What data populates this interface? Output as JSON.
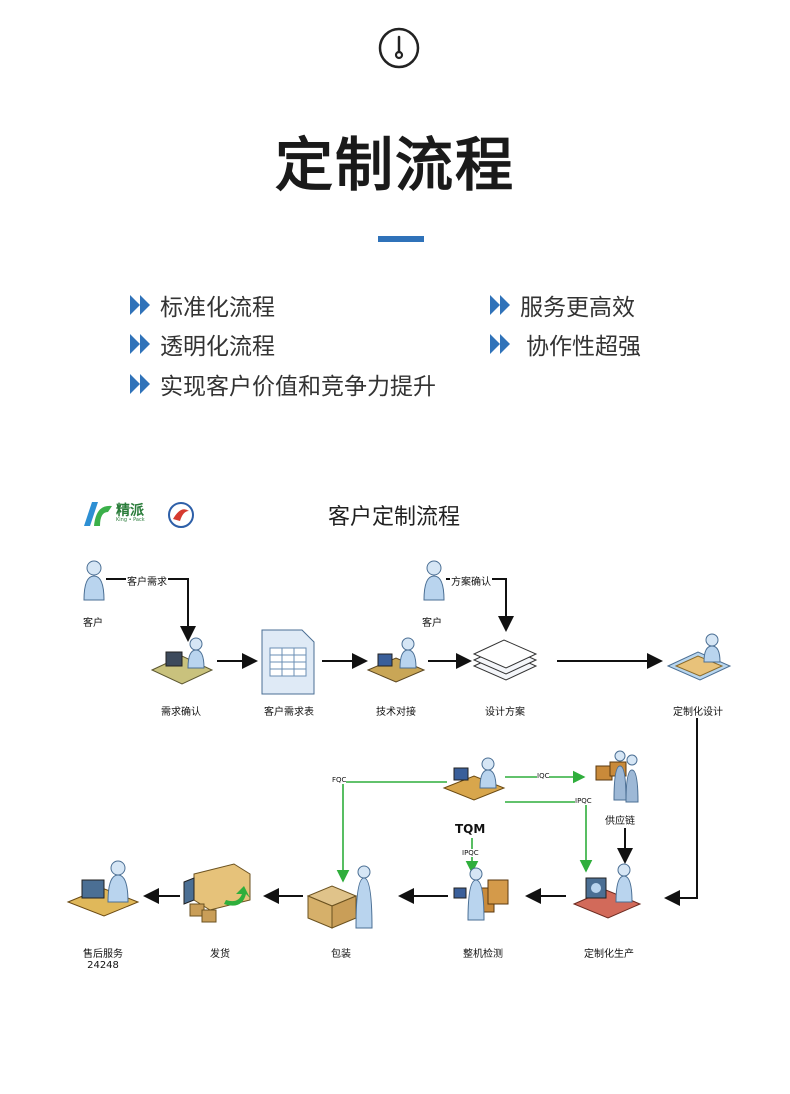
{
  "header": {
    "title": "定制流程"
  },
  "features": [
    {
      "text": "标准化流程"
    },
    {
      "text": "服务更高效"
    },
    {
      "text": "透明化流程"
    },
    {
      "text": "协作性超强"
    },
    {
      "text": "实现客户价值和竞争力提升"
    }
  ],
  "diagram": {
    "title": "客户定制流程",
    "logo": {
      "name": "精派",
      "subtitle": "King • Pack"
    },
    "nodes": {
      "customer1": "客户",
      "customer2": "客户",
      "req_confirm": "需求确认",
      "req_table": "客户需求表",
      "tech": "技术对接",
      "design_plan": "设计方案",
      "custom_design": "定制化设计",
      "supply_chain": "供应链",
      "custom_prod": "定制化生产",
      "inspection": "整机检测",
      "packing": "包装",
      "shipping": "发货",
      "aftersales": "售后服务",
      "aftersales_hours": "24248",
      "tqm": "TQM"
    },
    "edge_labels": {
      "customer_req": "客户需求",
      "plan_confirm": "方案确认",
      "fqc": "FQC",
      "iqc": "IQC",
      "ipqc_supply": "IPQC",
      "ipqc_inspect": "IPQC"
    },
    "colors": {
      "quality_line": "#2fae3c",
      "flow_line": "#111111",
      "accent": "#2f72b9"
    }
  }
}
